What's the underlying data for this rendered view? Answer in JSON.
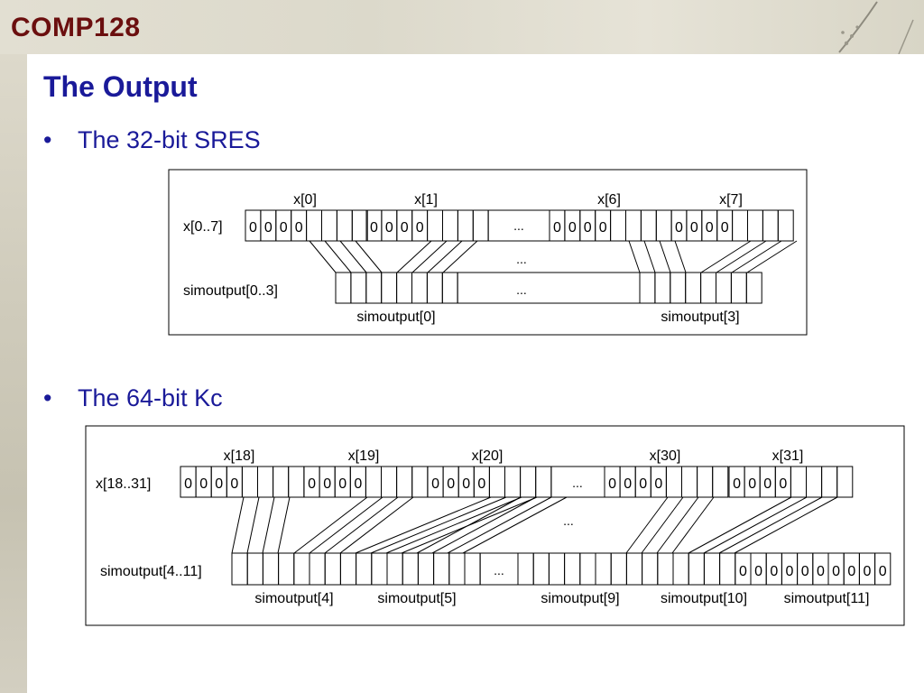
{
  "course": "COMP128",
  "title": "The Output",
  "bullets": [
    "The 32-bit SRES",
    "The 64-bit Kc"
  ],
  "bullet_marker": "•",
  "colors": {
    "course": "#6b0f0f",
    "heading": "#1a1a99"
  },
  "diagram_sres": {
    "row_label_top": "x[0..7]",
    "row_label_bottom": "simoutput[0..3]",
    "top_labels": [
      "x[0]",
      "x[1]",
      "x[6]",
      "x[7]"
    ],
    "bottom_labels": [
      "simoutput[0]",
      "simoutput[3]"
    ],
    "zero": "0",
    "ellipsis": "..."
  },
  "diagram_kc": {
    "row_label_top": "x[18..31]",
    "row_label_bottom": "simoutput[4..11]",
    "top_labels": [
      "x[18]",
      "x[19]",
      "x[20]",
      "x[30]",
      "x[31]"
    ],
    "bottom_labels": [
      "simoutput[4]",
      "simoutput[5]",
      "simoutput[9]",
      "simoutput[10]",
      "simoutput[11]"
    ],
    "zero": "0",
    "ellipsis": "..."
  }
}
